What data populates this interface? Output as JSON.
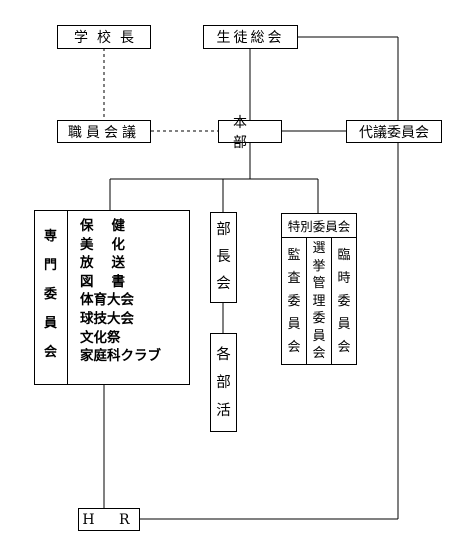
{
  "nodes": {
    "principal": "学校長",
    "student_council": "生徒総会",
    "staff_meeting": "職員会議",
    "headquarters": "本部",
    "representative_committee": "代議委員会",
    "senmon": "専門委員会",
    "senmon_items": [
      "保健",
      "美化",
      "放送",
      "図書",
      "体育大会",
      "球技大会",
      "文化祭",
      "家庭科クラブ"
    ],
    "buchokai": "部長会",
    "kakubukatsu": "各部活",
    "tokubetsu_title": "特別委員会",
    "tokubetsu_cols": [
      "監査委員会",
      "選挙管理委員会",
      "臨時委員会"
    ],
    "hr": "H R"
  }
}
